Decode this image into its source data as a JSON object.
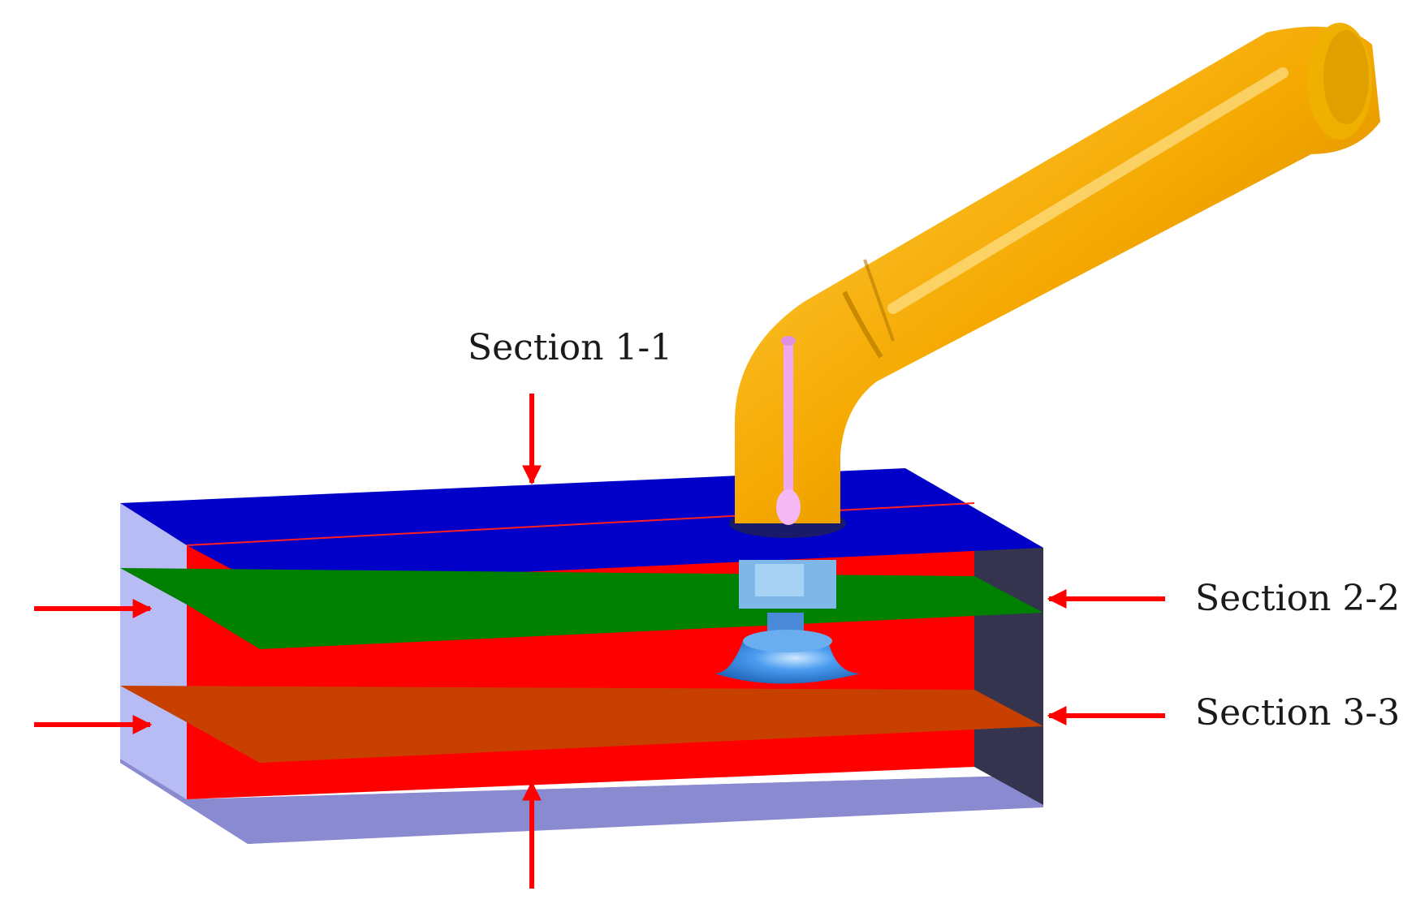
{
  "labels": {
    "section_1": "Section 1-1",
    "section_2": "Section 2-2",
    "section_3": "Section 3-3"
  },
  "colors": {
    "top_plane": "#0000c8",
    "front_cut": "#ff0000",
    "middle_plane": "#008000",
    "bottom_plane": "#c84000",
    "pipe": "#f5a800",
    "impeller": "#3a8de0",
    "shaft": "#f0a8f0",
    "glass_left": "#b8bcf4",
    "glass_bottom": "#8a8ad0",
    "dark_wall": "#34344e",
    "arrow": "#ff0000"
  }
}
